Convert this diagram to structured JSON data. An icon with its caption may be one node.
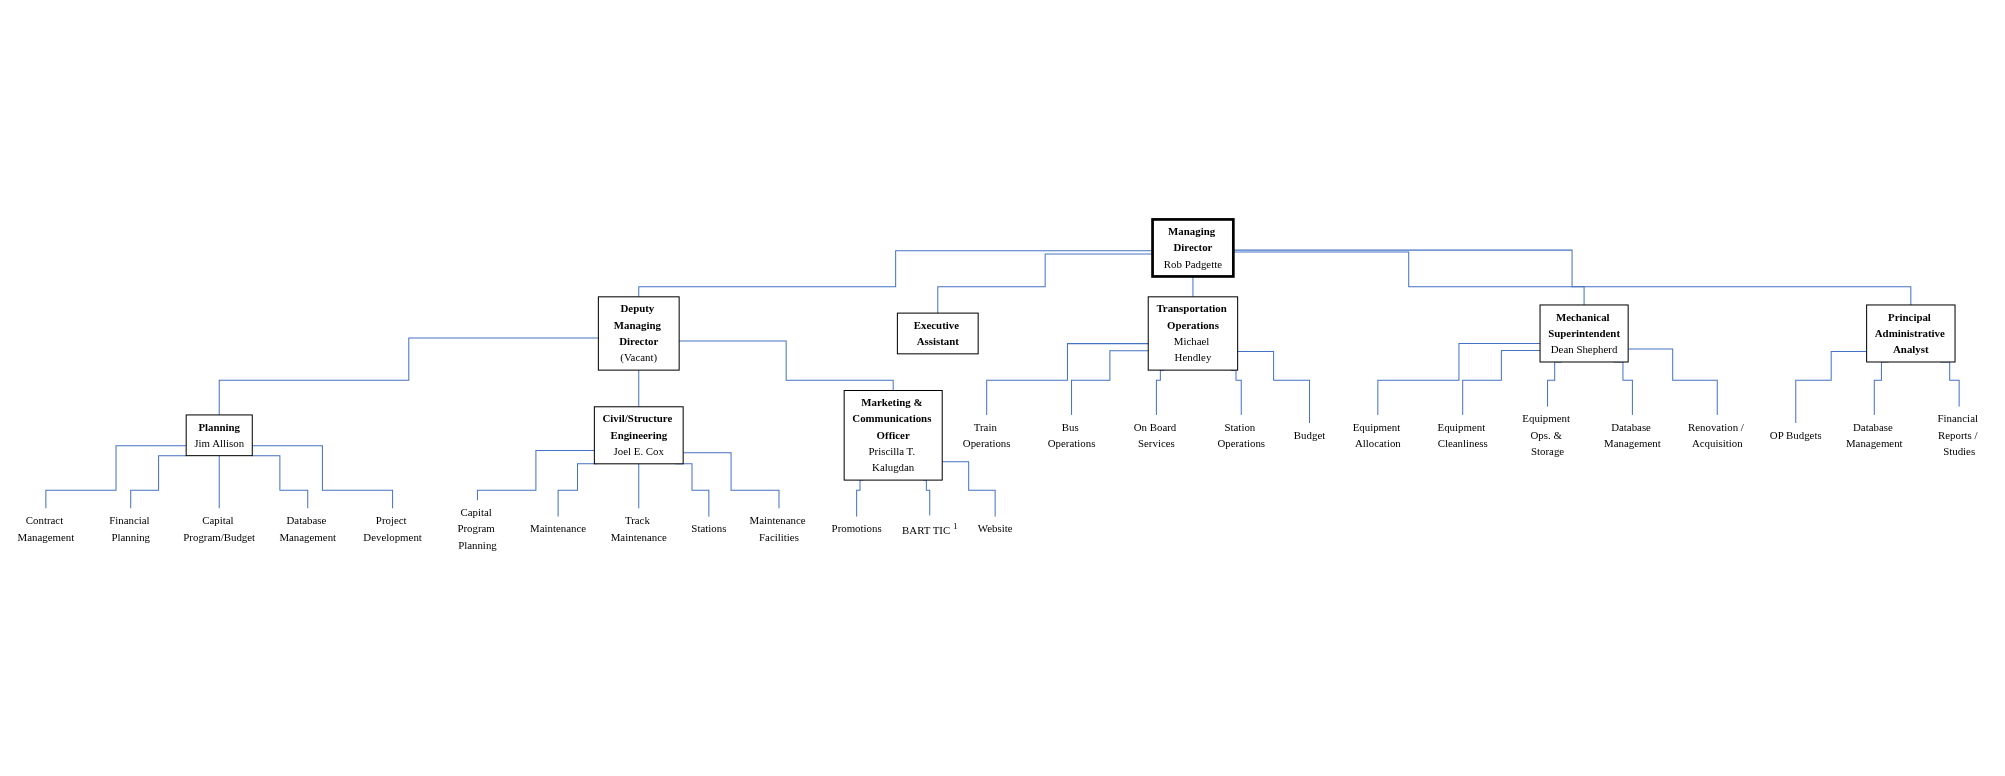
{
  "diagram": {
    "nodes": [
      {
        "text": [
          "Managing Director",
          "Rob Padgette"
        ]
      },
      {
        "text": [
          "Deputy Managing Director",
          "(Vacant)"
        ]
      },
      {
        "text": [
          "Executive Assistant"
        ]
      },
      {
        "text": [
          "Planning",
          "Jim Allison"
        ]
      },
      {
        "text": [
          "Civil/Structure Engineering",
          "Joel E. Cox"
        ]
      },
      {
        "text": [
          "Marketing & Communications Officer",
          "Priscilla T. Kalugdan"
        ]
      },
      {
        "text": [
          "Transportation Operations",
          "Michael Hendley"
        ]
      },
      {
        "text": [
          "Mechanical Superintendent",
          "Dean Shepherd"
        ]
      },
      {
        "text": [
          "Principal Administrative Analyst"
        ]
      },
      {
        "text": [
          "Contract Management"
        ]
      },
      {
        "text": [
          "Financial Planning"
        ]
      },
      {
        "text": [
          "Capital Program/Budget"
        ]
      },
      {
        "text": [
          "Database Management"
        ]
      },
      {
        "text": [
          "Project Development"
        ]
      },
      {
        "text": [
          "Capital Program Planning"
        ]
      },
      {
        "text": [
          "Maintenance"
        ]
      },
      {
        "text": [
          "Track Maintenance"
        ]
      },
      {
        "text": [
          "Stations"
        ]
      },
      {
        "text": [
          "Maintenance Facilities"
        ]
      },
      {
        "text": [
          "Promotions"
        ]
      },
      {
        "text": [
          "BART TIC $^{1}$"
        ]
      },
      {
        "text": [
          "Website"
        ]
      },
      {
        "text": [
          "Train Operations"
        ]
      },
      {
        "text": [
          "Bus Operations"
        ]
      },
      {
        "text": [
          "On Board Services"
        ]
      },
      {
        "text": [
          "Station Operations"
        ]
      },
      {
        "text": [
          "Budget"
        ]
      },
      {
        "text": [
          "Equipment Allocation"
        ]
      },
      {
        "text": [
          "Equipment Cleanliness"
        ]
      },
      {
        "text": [
          "Equipment Ops. & Storage"
        ]
      },
      {
        "text": [
          "Database Management"
        ]
      },
      {
        "text": [
          "Renovation / Acquisition"
        ]
      },
      {
        "text": [
          "OP Budgets"
        ]
      },
      {
        "text": [
          "Database Management"
        ]
      },
      {
        "text": [
          "Financial Reports / Studies"
        ]
      }
    ],
    "edges": [
      {
        "from": 0,
        "to": 1,
        "arrow": "none"
      },
      {
        "from": 0,
        "to": 2,
        "arrow": "none"
      },
      {
        "from": 1,
        "to": 3,
        "arrow": "none"
      },
      {
        "from": 1,
        "to": 4,
        "arrow": "none"
      },
      {
        "from": 1,
        "to": 5,
        "arrow": "none"
      },
      {
        "from": 0,
        "to": 6,
        "arrow": "none"
      },
      {
        "from": 0,
        "to": 7,
        "arrow": "none"
      },
      {
        "from": 0,
        "to": 8,
        "arrow": "none"
      },
      {
        "from": 3,
        "to": 9,
        "arrow": "none"
      },
      {
        "from": 3,
        "to": 10,
        "arrow": "none"
      },
      {
        "from": 3,
        "to": 11,
        "arrow": "none"
      },
      {
        "from": 3,
        "to": 12,
        "arrow": "none"
      },
      {
        "from": 3,
        "to": 13,
        "arrow": "none"
      },
      {
        "from": 4,
        "to": 14,
        "arrow": "none"
      },
      {
        "from": 4,
        "to": 15,
        "arrow": "none"
      },
      {
        "from": 4,
        "to": 16,
        "arrow": "none"
      },
      {
        "from": 4,
        "to": 17,
        "arrow": "none"
      },
      {
        "from": 4,
        "to": 18,
        "arrow": "none"
      },
      {
        "from": 5,
        "to": 19,
        "arrow": "none"
      },
      {
        "from": 5,
        "to": 20,
        "arrow": "none"
      },
      {
        "from": 5,
        "to": 21,
        "arrow": "none"
      },
      {
        "from": 6,
        "to": 22,
        "arrow": "none"
      },
      {
        "from": 6,
        "to": 23,
        "arrow": "none"
      },
      {
        "from": 6,
        "to": 24,
        "arrow": "none"
      },
      {
        "from": 6,
        "to": 25,
        "arrow": "none"
      },
      {
        "from": 6,
        "to": 26,
        "arrow": "none"
      },
      {
        "from": 7,
        "to": 27,
        "arrow": "none"
      },
      {
        "from": 7,
        "to": 28,
        "arrow": "none"
      },
      {
        "from": 7,
        "to": 29,
        "arrow": "none"
      },
      {
        "from": 7,
        "to": 30,
        "arrow": "none"
      },
      {
        "from": 7,
        "to": 31,
        "arrow": "none"
      },
      {
        "from": 8,
        "to": 32,
        "arrow": "none"
      },
      {
        "from": 8,
        "to": 33,
        "arrow": "none"
      },
      {
        "from": 8,
        "to": 34,
        "arrow": "none"
      }
    ]
  }
}
